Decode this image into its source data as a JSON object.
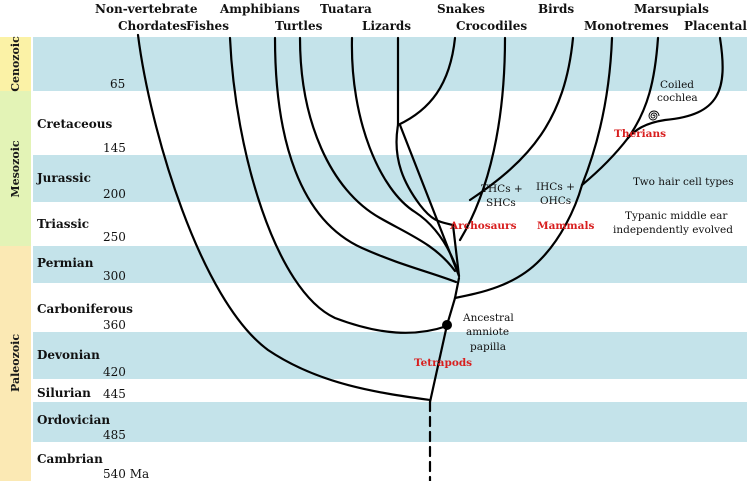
{
  "colors": {
    "band": "#c4e3ea",
    "cenozoic": "#fbf2a6",
    "mesozoic": "#e3f3b6",
    "paleozoic": "#fbe9b4",
    "clade_red": "#d81e1e"
  },
  "eras": [
    "Cenozoic",
    "Mesozoic",
    "Paleozoic"
  ],
  "periods": {
    "cretaceous": "Cretaceous",
    "jurassic": "Jurassic",
    "triassic": "Triassic",
    "permian": "Permian",
    "carboniferous": "Carboniferous",
    "devonian": "Devonian",
    "silurian": "Silurian",
    "ordovician": "Ordovician",
    "cambrian": "Cambrian"
  },
  "ages": {
    "a65": "65",
    "a145": "145",
    "a200": "200",
    "a250": "250",
    "a300": "300",
    "a360": "360",
    "a420": "420",
    "a445": "445",
    "a485": "485",
    "a540": "540 Ma"
  },
  "taxa": {
    "nonvertebrate": "Non-vertebrate",
    "chordates": "Chordates",
    "fishes": "Fishes",
    "amphibians": "Amphibians",
    "turtles": "Turtles",
    "tuatara": "Tuatara",
    "lizards": "Lizards",
    "snakes": "Snakes",
    "crocodiles": "Crocodiles",
    "birds": "Birds",
    "monotremes": "Monotremes",
    "marsupials": "Marsupials",
    "placentals": "Placentals"
  },
  "notes": {
    "coiled1": "Coiled",
    "coiled2": "cochlea",
    "two_hair": "Two hair cell types",
    "tympanic1": "Typanic middle ear",
    "tympanic2": "independently evolved",
    "thcs1": "THCs +",
    "thcs2": "SHCs",
    "ihcs1": "IHCs +",
    "ihcs2": "OHCs",
    "ancestral1": "Ancestral",
    "ancestral2": "amniote",
    "ancestral3": "papilla"
  },
  "clades": {
    "therians": "Therians",
    "archosaurs": "Archosaurs",
    "mammals": "Mammals",
    "tetrapods": "Tetrapods"
  }
}
